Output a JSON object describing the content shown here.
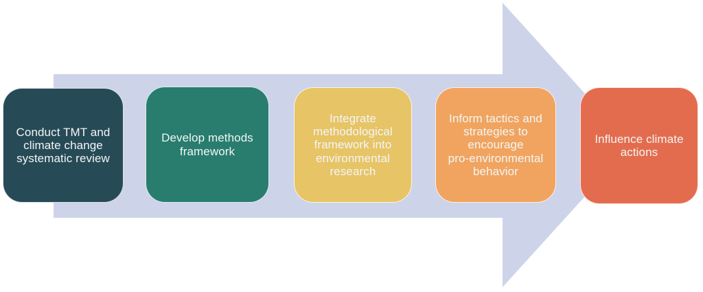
{
  "diagram": {
    "type": "process-flow-arrow",
    "direction": "right",
    "background_color": "#FFFFFF",
    "text_color": "#F2F6F6",
    "arrow": {
      "name": "right-arrow",
      "color": "#CDD3E9"
    },
    "steps": [
      {
        "label": "Conduct TMT and\nclimate change\nsystematic review",
        "color": "#274A57"
      },
      {
        "label": "Develop methods\nframework",
        "color": "#287D6E"
      },
      {
        "label": "Integrate\nmethodological\nframework into\nenvironmental\nresearch",
        "color": "#E7C466"
      },
      {
        "label": "Inform tactics and\nstrategies to\nencourage\npro-environmental\nbehavior",
        "color": "#F1A45F"
      },
      {
        "label": "Influence climate\nactions",
        "color": "#E46C4E"
      }
    ]
  }
}
